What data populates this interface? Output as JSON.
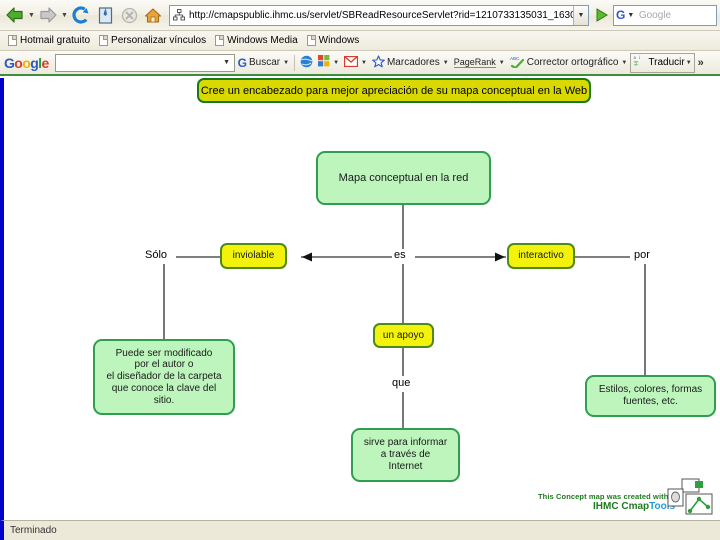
{
  "browser": {
    "back_tooltip": "Atrás",
    "forward_tooltip": "Adelante",
    "reload_tooltip": "Recargar",
    "bookmark_tooltip": "Marcadores",
    "stop_tooltip": "Detener",
    "home_tooltip": "Inicio",
    "url": "http://cmapspublic.ihmc.us/servlet/SBReadResourceServlet?rid=1210733135031_1630861682_1140",
    "go_label": "Ir",
    "search": {
      "engine_label": "G",
      "placeholder": "Google"
    },
    "bookmarks": [
      {
        "label": "Hotmail gratuito"
      },
      {
        "label": "Personalizar vínculos"
      },
      {
        "label": "Windows Media"
      },
      {
        "label": "Windows"
      }
    ],
    "google_toolbar": {
      "logo": [
        "G",
        "o",
        "o",
        "g",
        "l",
        "e"
      ],
      "search_value": "",
      "items": [
        {
          "label": "Buscar",
          "icon": "google-g-icon",
          "caret": true
        },
        {
          "label": "",
          "icon": "globe-icon",
          "caret": false
        },
        {
          "label": "",
          "icon": "windows-icon",
          "caret": true
        },
        {
          "label": "",
          "icon": "gmail-icon",
          "caret": true
        },
        {
          "label": "Marcadores",
          "icon": "star-icon",
          "caret": true
        },
        {
          "label": "PageRank",
          "icon": "pagerank-icon",
          "caret": true
        },
        {
          "label": "Corrector ortográfico",
          "icon": "spellcheck-icon",
          "caret": true
        },
        {
          "label": "Traducir",
          "icon": "translate-icon",
          "caret": true
        }
      ],
      "overflow_label": "»"
    },
    "status": "Terminado"
  },
  "map": {
    "banner": "Cree un encabezado para mejor apreciación de su mapa conceptual en la Web",
    "root": "Mapa conceptual en la red",
    "concepts": {
      "inviolable": "inviolable",
      "interactivo": "interactivo",
      "un_apoyo": "un apoyo",
      "modificado": "Puede ser modificado\npor el autor o\nel diseñador de la carpeta\nque conoce la clave del\nsitio.",
      "estilos": "Estilos, colores, formas\nfuentes, etc.",
      "informar": "sirve para informar\na través de\nInternet"
    },
    "links": {
      "solo": "Sólo",
      "es": "es",
      "por": "por",
      "que": "que"
    },
    "credit": {
      "line1": "This Concept map was created with",
      "ihmc": "IHMC ",
      "cmap": "Cmap",
      "tools": "Tools"
    }
  }
}
